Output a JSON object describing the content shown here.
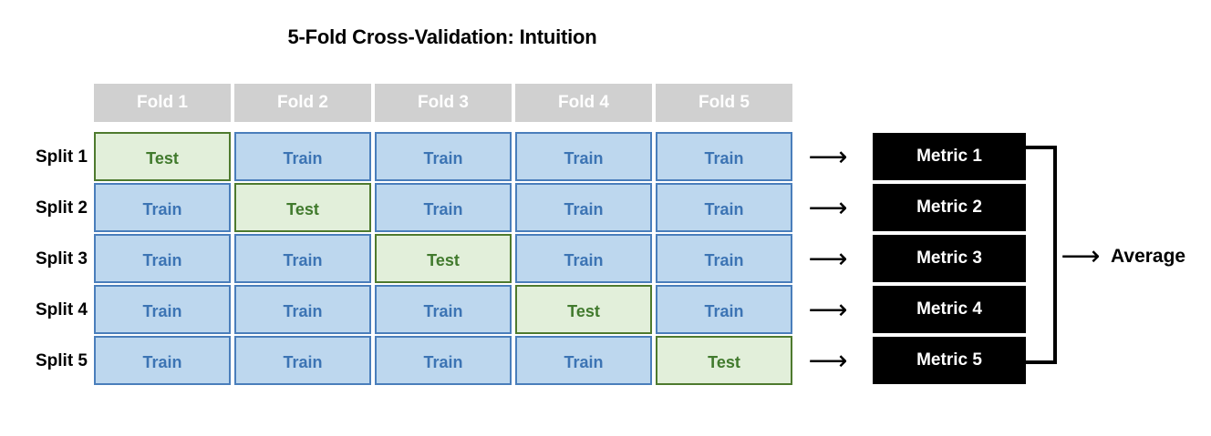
{
  "title": "5-Fold Cross-Validation: Intuition",
  "colors": {
    "train_fill": "#bdd7ee",
    "train_border": "#4a7ebb",
    "train_text": "#3c74b4",
    "test_fill": "#e2efda",
    "test_border": "#4e7a2e",
    "test_text": "#417a2d",
    "header_fill": "#d0d0d0",
    "header_text": "#ffffff",
    "metric_fill": "#000000",
    "metric_text": "#ffffff"
  },
  "fold_headers": [
    {
      "label": "Fold 1"
    },
    {
      "label": "Fold 2"
    },
    {
      "label": "Fold 3"
    },
    {
      "label": "Fold 4"
    },
    {
      "label": "Fold 5"
    }
  ],
  "splits": [
    {
      "label": "Split 1",
      "cells": [
        {
          "label": "Test",
          "role": "test"
        },
        {
          "label": "Train",
          "role": "train"
        },
        {
          "label": "Train",
          "role": "train"
        },
        {
          "label": "Train",
          "role": "train"
        },
        {
          "label": "Train",
          "role": "train"
        }
      ],
      "arrow": "⟶",
      "metric": "Metric 1"
    },
    {
      "label": "Split 2",
      "cells": [
        {
          "label": "Train",
          "role": "train"
        },
        {
          "label": "Test",
          "role": "test"
        },
        {
          "label": "Train",
          "role": "train"
        },
        {
          "label": "Train",
          "role": "train"
        },
        {
          "label": "Train",
          "role": "train"
        }
      ],
      "arrow": "⟶",
      "metric": "Metric 2"
    },
    {
      "label": "Split 3",
      "cells": [
        {
          "label": "Train",
          "role": "train"
        },
        {
          "label": "Train",
          "role": "train"
        },
        {
          "label": "Test",
          "role": "test"
        },
        {
          "label": "Train",
          "role": "train"
        },
        {
          "label": "Train",
          "role": "train"
        }
      ],
      "arrow": "⟶",
      "metric": "Metric 3"
    },
    {
      "label": "Split 4",
      "cells": [
        {
          "label": "Train",
          "role": "train"
        },
        {
          "label": "Train",
          "role": "train"
        },
        {
          "label": "Train",
          "role": "train"
        },
        {
          "label": "Test",
          "role": "test"
        },
        {
          "label": "Train",
          "role": "train"
        }
      ],
      "arrow": "⟶",
      "metric": "Metric 4"
    },
    {
      "label": "Split 5",
      "cells": [
        {
          "label": "Train",
          "role": "train"
        },
        {
          "label": "Train",
          "role": "train"
        },
        {
          "label": "Train",
          "role": "train"
        },
        {
          "label": "Train",
          "role": "train"
        },
        {
          "label": "Test",
          "role": "test"
        }
      ],
      "arrow": "⟶",
      "metric": "Metric 5"
    }
  ],
  "aggregate": {
    "arrow": "⟶",
    "label": "Average"
  }
}
